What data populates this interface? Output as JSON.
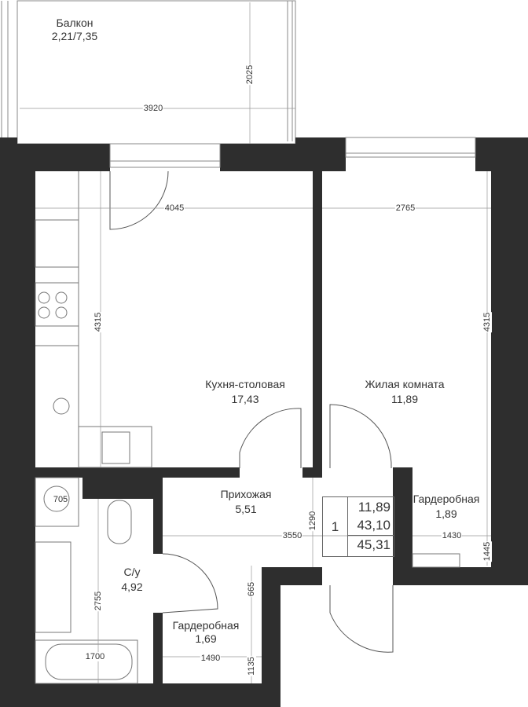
{
  "rooms": {
    "balcony": {
      "name": "Балкон",
      "area": "2,21/7,35"
    },
    "kitchen": {
      "name": "Кухня-столовая",
      "area": "17,43"
    },
    "living": {
      "name": "Жилая комната",
      "area": "11,89"
    },
    "hall": {
      "name": "Прихожая",
      "area": "5,51"
    },
    "bathroom": {
      "name": "С/у",
      "area": "4,92"
    },
    "wardrobe_right": {
      "name": "Гардеробная",
      "area": "1,89"
    },
    "wardrobe_bottom": {
      "name": "Гардеробная",
      "area": "1,69"
    }
  },
  "dimensions": {
    "balcony_width": "3920",
    "balcony_depth": "2025",
    "kitchen_width": "4045",
    "kitchen_depth": "4315",
    "living_width": "2765",
    "living_depth": "4315",
    "hall_width": "3550",
    "hall_depth": "1290",
    "wardrobe_right_width": "1430",
    "wardrobe_right_depth": "1445",
    "bath_length": "2755",
    "bath_tub": "1700",
    "washer": "705",
    "wardrobe_bottom_width": "1490",
    "wardrobe_bottom_depth": "1135",
    "door_gap": "665"
  },
  "summary": {
    "rooms_count": "1",
    "living_area": "11,89",
    "total_area": "43,10",
    "total_with_balcony": "45,31"
  },
  "colors": {
    "wall": "#2e2e2e",
    "line": "#888888"
  }
}
